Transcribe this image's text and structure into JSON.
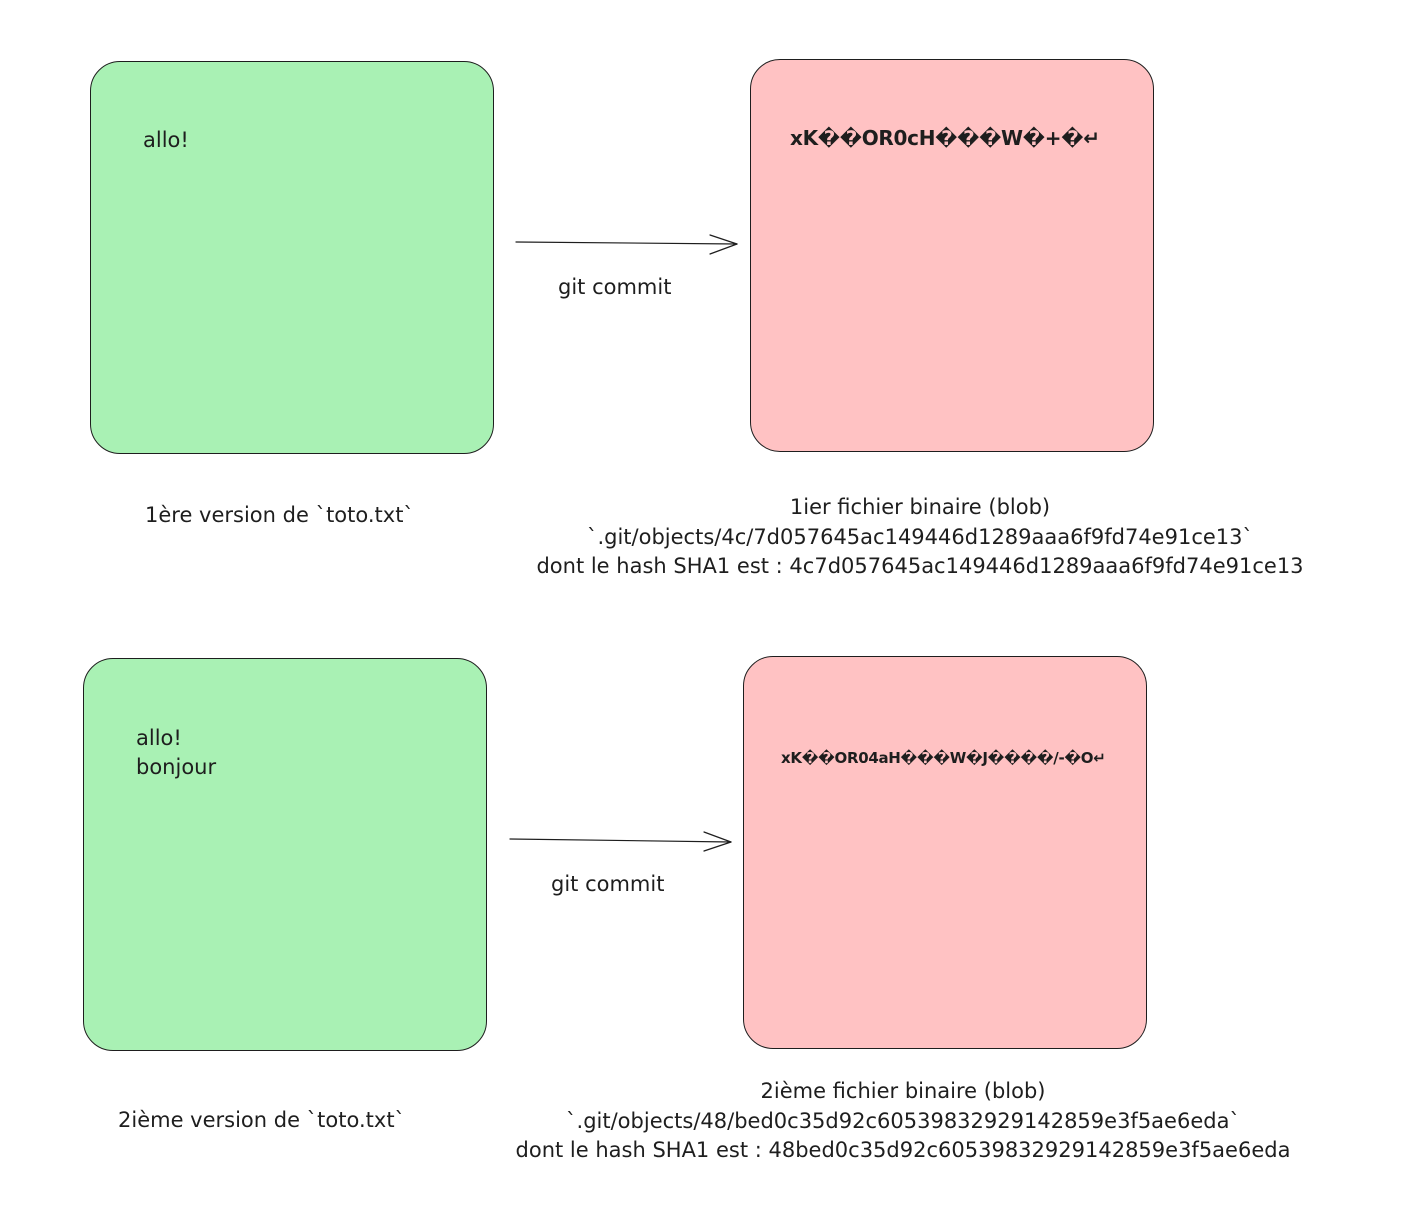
{
  "row1": {
    "file_content": "allo!",
    "blob_content": "xK��OR0cH���W�+�↵",
    "commit_label": "git commit",
    "file_caption": "1ère version de `toto.txt`",
    "blob_caption_line1": "1ier fichier binaire (blob)",
    "blob_caption_line2": "`.git/objects/4c/7d057645ac149446d1289aaa6f9fd74e91ce13`",
    "blob_caption_line3": "dont le hash SHA1 est : 4c7d057645ac149446d1289aaa6f9fd74e91ce13"
  },
  "row2": {
    "file_content": "allo!\nbonjour",
    "blob_content": "xK��OR04aH���W�J����/-�O↵",
    "commit_label": "git commit",
    "file_caption": "2ième version de `toto.txt`",
    "blob_caption_line1": "2ième fichier binaire (blob)",
    "blob_caption_line2": "`.git/objects/48/bed0c35d92c60539832929142859e3f5ae6eda`",
    "blob_caption_line3": "dont le hash SHA1 est : 48bed0c35d92c60539832929142859e3f5ae6eda"
  },
  "colors": {
    "file_box": "#a9f1b4",
    "blob_box": "#ffc2c3",
    "stroke": "#1e1e1e"
  }
}
